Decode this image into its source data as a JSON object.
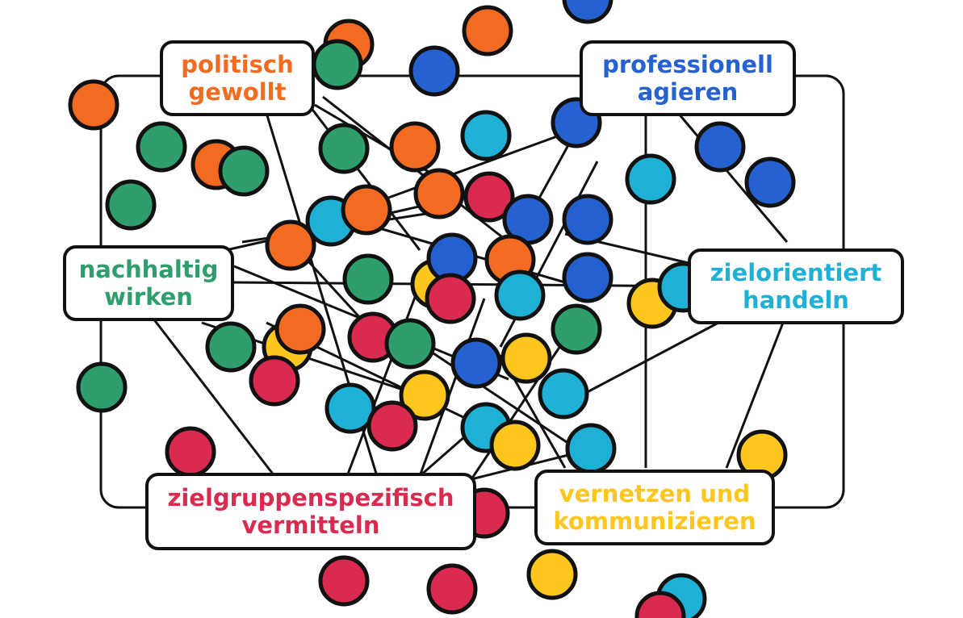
{
  "colors": {
    "orange": "#F26B21",
    "blue": "#2561CF",
    "green": "#2E9E6C",
    "cyan": "#1FB0D6",
    "yellow": "#FFC61E",
    "red": "#DB2A4F",
    "line": "#111111"
  },
  "labels": {
    "politisch": {
      "line1": "politisch",
      "line2": "gewollt",
      "color": "orange"
    },
    "professionell": {
      "line1": "professionell",
      "line2": "agieren",
      "color": "blue"
    },
    "nachhaltig": {
      "line1": "nachhaltig",
      "line2": "wirken",
      "color": "green"
    },
    "zielorientiert": {
      "line1": "zielorientiert",
      "line2": "handeln",
      "color": "cyan"
    },
    "zielgruppen": {
      "line1": "zielgruppenspezifisch",
      "line2": "vermitteln",
      "color": "red"
    },
    "vernetzen": {
      "line1": "vernetzen und",
      "line2": "kommunizieren",
      "color": "yellow"
    }
  }
}
